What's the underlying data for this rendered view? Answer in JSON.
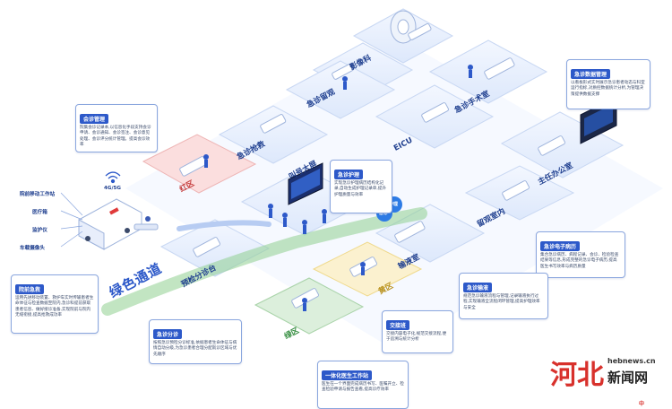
{
  "main_channel": "绿色通道",
  "zones": {
    "red": "红区",
    "yellow": "黄区",
    "green": "绿区",
    "rescue": "急诊抢救",
    "observation": "急诊留观",
    "ct": "影像科",
    "surgery": "急诊手术室",
    "eicu": "EICU",
    "director": "主任办公室",
    "ward": "留观室内",
    "infusion": "输液室",
    "triage": "预检分诊台",
    "hall": "叫号大屏"
  },
  "network": {
    "signal": "4G/5G"
  },
  "ambulance_devices": [
    "院前移动工作站",
    "医疗箱",
    "监护仪",
    "车载摄像头"
  ],
  "tags": {
    "a": "急诊",
    "b": "护理"
  },
  "notes": {
    "consult": {
      "title": "会诊管理",
      "text": "院集会诊记录本,以信息化手段支持会诊申请、会诊通知、会诊签注、会诊意见处理、会诊评分统计管理。提高会诊效率"
    },
    "prehospital": {
      "title": "院前急救",
      "text": "运用先进移动装置、救护车实时传输患者生命体征与检查数据至院内,急诊科提前获取患者信息、做好接诊准备,实现院前与院内无缝衔接,提高抢救成功率"
    },
    "nursing": {
      "title": "急诊护理",
      "text": "实现急诊护理病历结构化记录,自动生成护理记录单,提升护理质量与效率"
    },
    "datamgmt": {
      "title": "急诊数据管理",
      "text": "以看板形式实时展示急诊患者动态与科室运行指标,对质控数据统计分析,为管理决策提供数据支撑"
    },
    "emr": {
      "title": "急诊电子病历",
      "text": "集合急诊病历、病程记录、会诊、检验检查结果等信息,形成完整的急诊电子病历,提高医生书写效率与病历质量"
    },
    "infusion": {
      "title": "急诊输液",
      "text": "规范急诊输液流程与管理,记录输液执行过程,实现输液全流程闭环管理,提高护理效率与安全"
    },
    "triage": {
      "title": "急诊分诊",
      "text": "按照急诊预检分诊标准,依据患者生命体征与病情自动分级,为急诊患者合理分配就诊区域与优先顺序"
    },
    "handover": {
      "title": "交接班",
      "text": "交接内容电子化,规范交接流程,便于追溯与统计分析"
    },
    "workstation": {
      "title": "一体化医生工作站",
      "text": "医生在一个界面完成病历书写、医嘱开立、检查检验申请与报告查看,提高诊疗效率"
    }
  },
  "watermark": {
    "brand": "河北",
    "site": "新闻网",
    "url": "hebnews.cn",
    "badge": "中"
  }
}
